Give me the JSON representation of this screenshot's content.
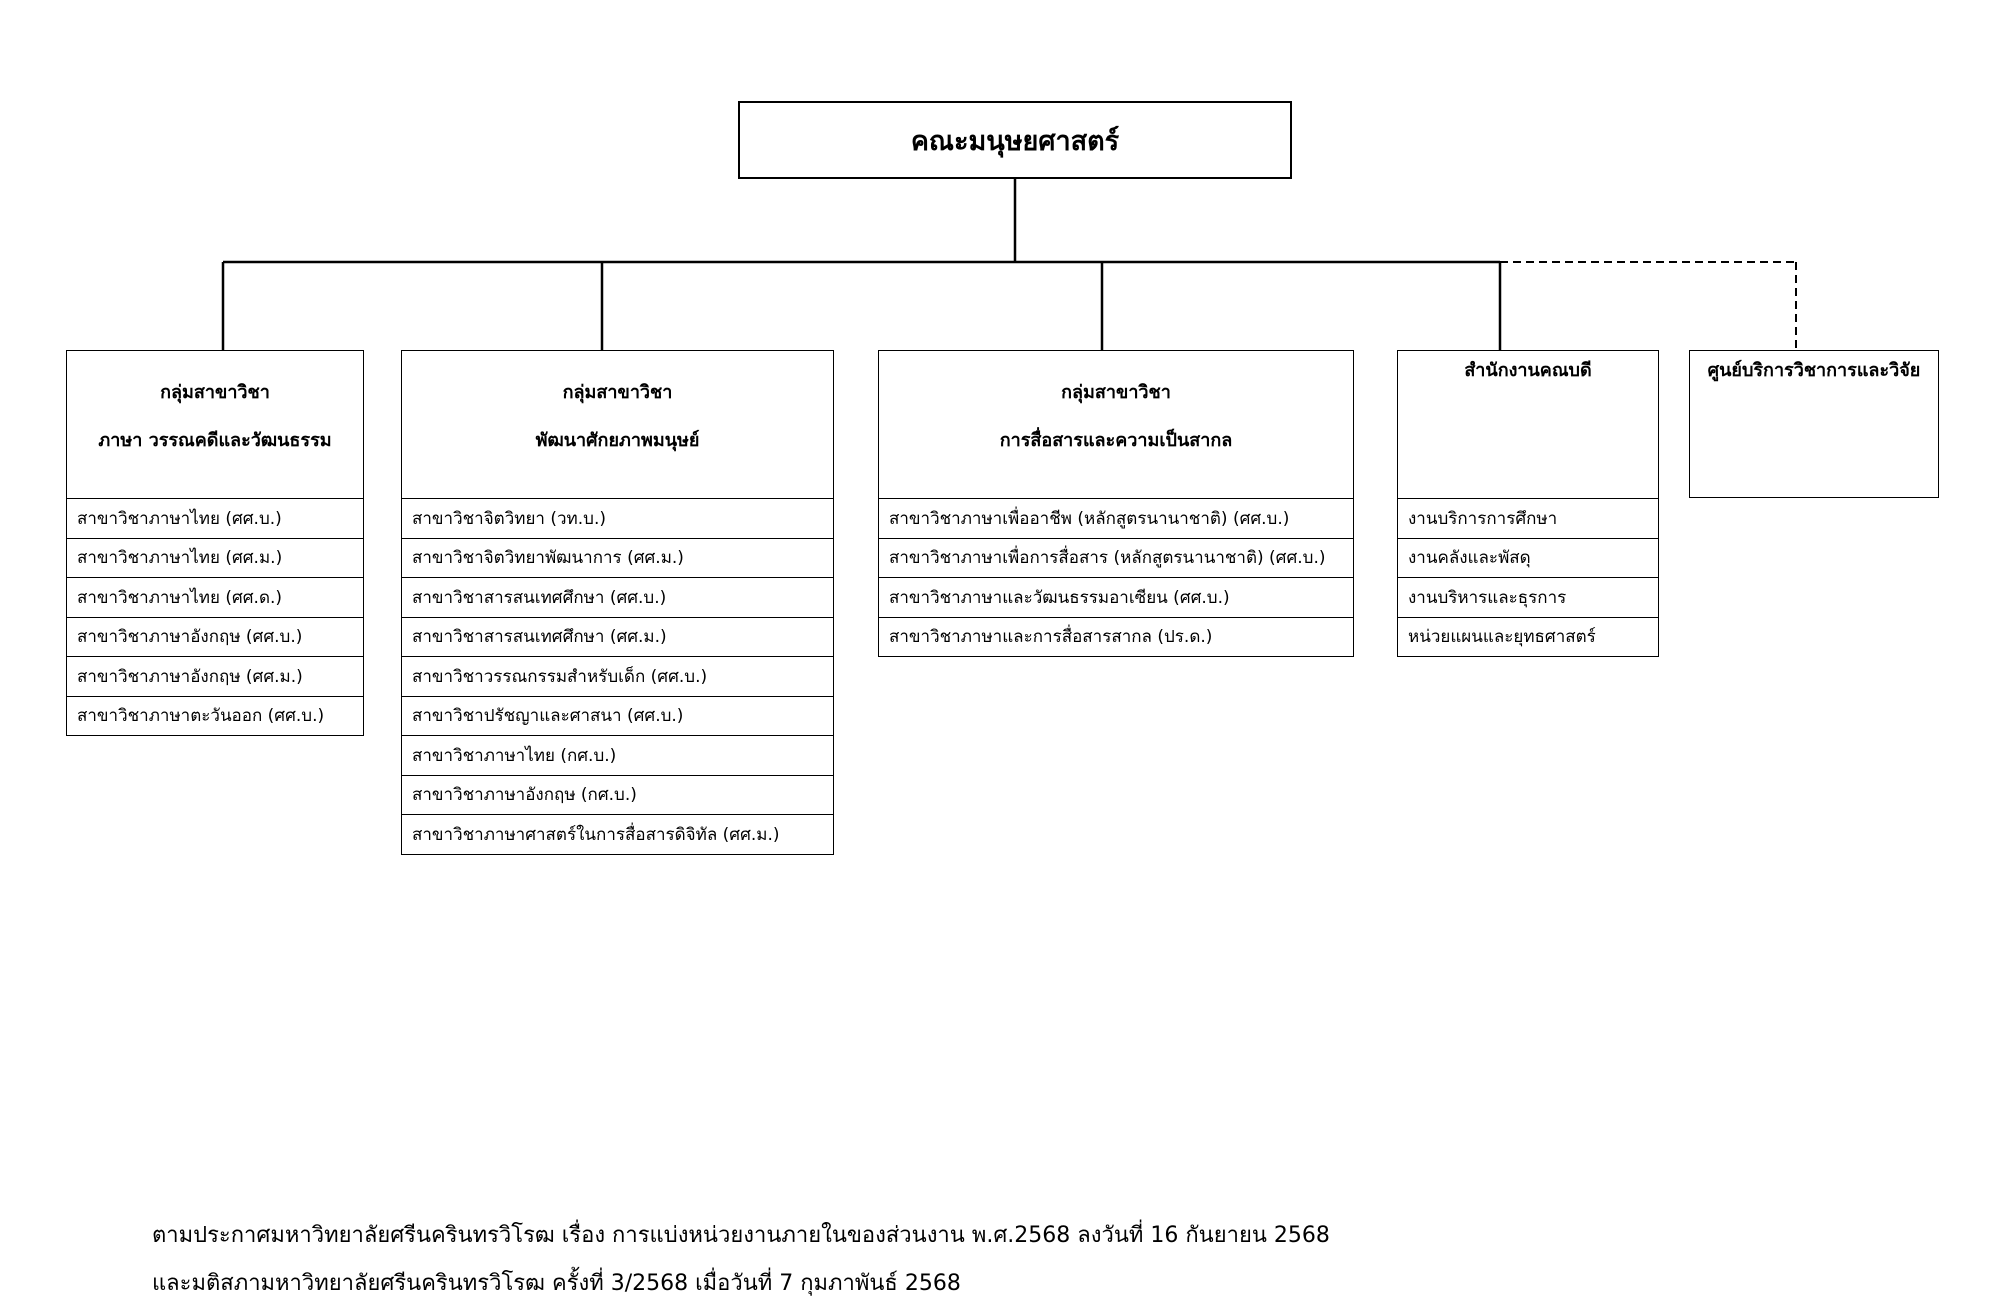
{
  "root": {
    "title": "คณะมนุษยศาสตร์"
  },
  "groups": [
    {
      "head": [
        "กลุ่มสาขาวิชา",
        "ภาษา วรรณคดีและวัฒนธรรม"
      ],
      "items": [
        "สาขาวิชาภาษาไทย (ศศ.บ.)",
        "สาขาวิชาภาษาไทย (ศศ.ม.)",
        "สาขาวิชาภาษาไทย (ศศ.ด.)",
        "สาขาวิชาภาษาอังกฤษ (ศศ.บ.)",
        "สาขาวิชาภาษาอังกฤษ (ศศ.ม.)",
        "สาขาวิชาภาษาตะวันออก (ศศ.บ.)"
      ]
    },
    {
      "head": [
        "กลุ่มสาขาวิชา",
        "พัฒนาศักยภาพมนุษย์"
      ],
      "items": [
        "สาขาวิชาจิตวิทยา (วท.บ.)",
        "สาขาวิชาจิตวิทยาพัฒนาการ (ศศ.ม.)",
        "สาขาวิชาสารสนเทศศึกษา (ศศ.บ.)",
        "สาขาวิชาสารสนเทศศึกษา (ศศ.ม.)",
        "สาขาวิชาวรรณกรรมสำหรับเด็ก (ศศ.บ.)",
        "สาขาวิชาปรัชญาและศาสนา (ศศ.บ.)",
        "สาขาวิชาภาษาไทย (กศ.บ.)",
        "สาขาวิชาภาษาอังกฤษ (กศ.บ.)",
        "สาขาวิชาภาษาศาสตร์ในการสื่อสารดิจิทัล (ศศ.ม.)"
      ]
    },
    {
      "head": [
        "กลุ่มสาขาวิชา",
        "การสื่อสารและความเป็นสากล"
      ],
      "items": [
        "สาขาวิชาภาษาเพื่ออาชีพ (หลักสูตรนานาชาติ) (ศศ.บ.)",
        "สาขาวิชาภาษาเพื่อการสื่อสาร (หลักสูตรนานาชาติ) (ศศ.บ.)",
        "สาขาวิชาภาษาและวัฒนธรรมอาเซียน (ศศ.บ.)",
        "สาขาวิชาภาษาและการสื่อสารสากล (ปร.ด.)"
      ]
    },
    {
      "head": [
        "สำนักงานคณบดี"
      ],
      "items": [
        "งานบริการการศึกษา",
        "งานคลังและพัสดุ",
        "งานบริหารและธุรการ",
        "หน่วยแผนและยุทธศาสตร์"
      ]
    },
    {
      "head": [
        "ศูนย์บริการวิชาการและวิจัย"
      ],
      "items": []
    }
  ],
  "footer": {
    "line1": "ตามประกาศมหาวิทยาลัยศรีนครินทรวิโรฒ เรื่อง การแบ่งหน่วยงานภายในของส่วนงาน พ.ศ.2568 ลงวันที่ 16 กันยายน 2568",
    "line2": "และมติสภามหาวิทยาลัยศรีนครินทรวิโรฒ ครั้งที่ 3/2568 เมื่อวันที่ 7 กุมภาพันธ์ 2568"
  }
}
